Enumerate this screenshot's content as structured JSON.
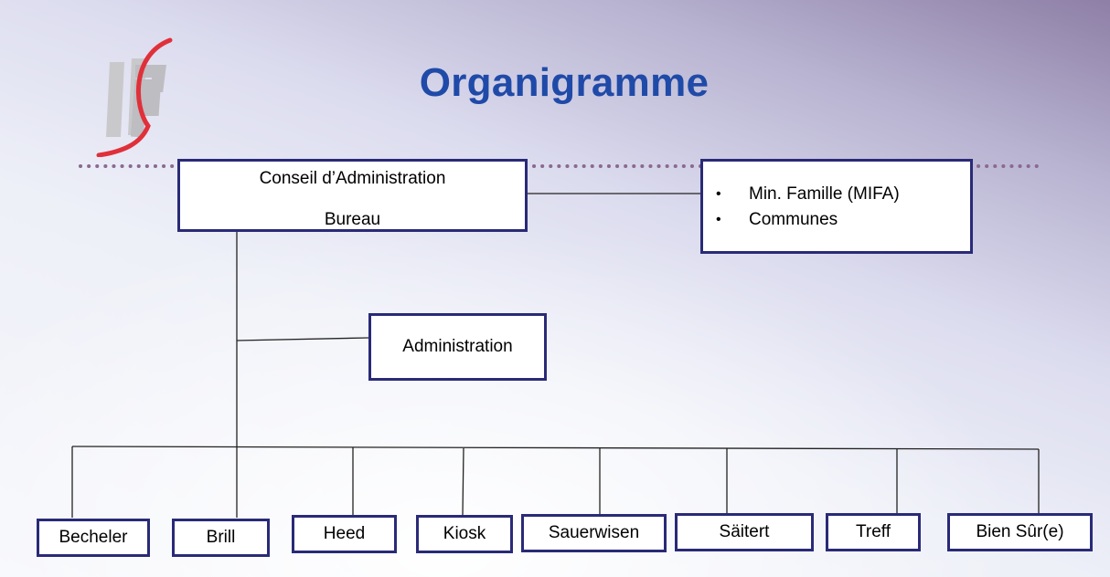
{
  "slide": {
    "title": "Organigramme",
    "colors": {
      "title": "#1f4aa8",
      "box_border": "#2a2a78",
      "logo_red": "#e0303a",
      "dots": "#8a6a90"
    },
    "logo": {
      "icon": "dsf-logo-icon"
    }
  },
  "board": {
    "line1": "Conseil d’Administration",
    "line2": "Bureau"
  },
  "partners": {
    "bullet": "•",
    "items": [
      "Min. Famille (MIFA)",
      "Communes"
    ]
  },
  "administration": {
    "label": "Administration"
  },
  "units": [
    "Becheler",
    "Brill",
    "Heed",
    "Kiosk",
    "Sauerwisen",
    "Säitert",
    "Treff",
    "Bien Sûr(e)"
  ]
}
